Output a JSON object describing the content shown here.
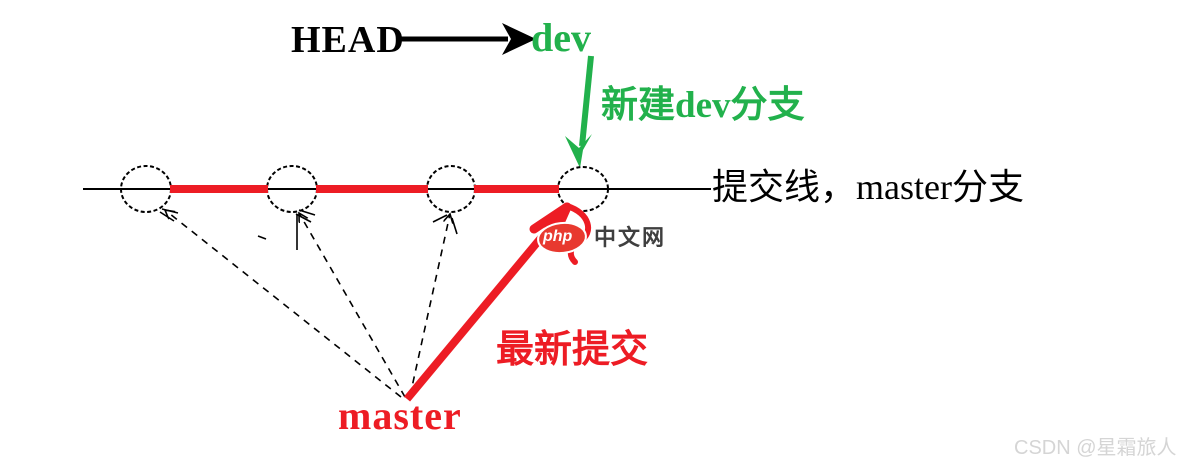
{
  "diagram": {
    "type": "git-branch-illustration",
    "commit_node_count": 4,
    "labels": {
      "head": "HEAD",
      "dev_branch": "dev",
      "new_dev_branch_note": "新建dev分支",
      "commit_line_note": "提交线，master分支",
      "latest_commit_note": "最新提交",
      "master_branch": "master"
    },
    "colors": {
      "branch_green": "#22b14c",
      "commit_red": "#ed1c24",
      "line_black": "#000000",
      "node_fill": "#ffffff"
    }
  },
  "watermarks": {
    "php_logo_text": "php",
    "php_site_text": "中文网",
    "csdn_credit": "CSDN @星霜旅人"
  }
}
